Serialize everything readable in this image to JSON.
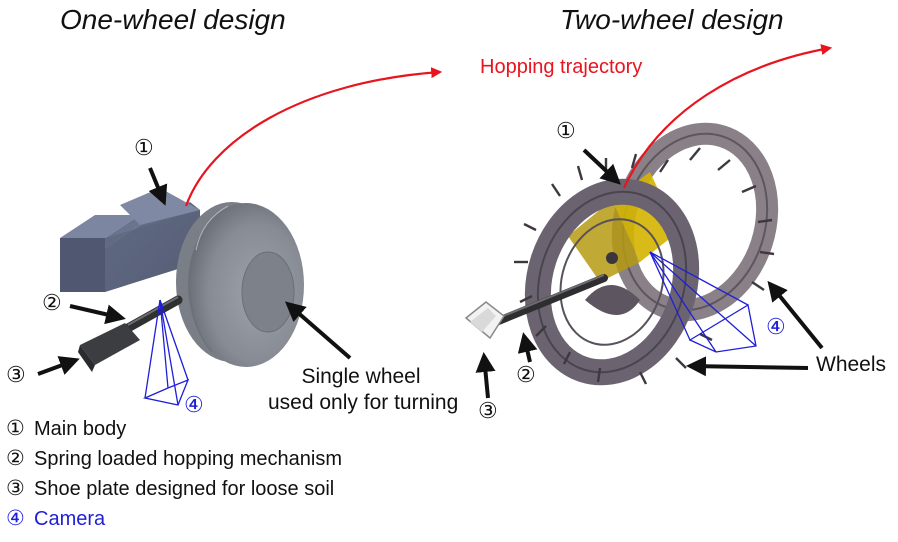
{
  "headings": {
    "one_wheel": "One-wheel design",
    "two_wheel": "Two-wheel design"
  },
  "hopping_trajectory": "Hopping trajectory",
  "callouts": {
    "single_wheel_line1": "Single wheel",
    "single_wheel_line2": "used only for turning",
    "wheels": "Wheels"
  },
  "markers": {
    "m1": "①",
    "m2": "②",
    "m3": "③",
    "m4": "④"
  },
  "legend": [
    {
      "marker": "①",
      "text": "Main body"
    },
    {
      "marker": "②",
      "text": "Spring loaded hopping mechanism"
    },
    {
      "marker": "③",
      "text": "Shoe plate designed for loose soil"
    },
    {
      "marker": "④",
      "text": "Camera"
    }
  ],
  "colors": {
    "trajectory": "#e8141e",
    "camera": "#1f1fd8",
    "body": "#5f6a80",
    "wheel": "#8d9098",
    "frame": "#6b6470",
    "yellow": "#d4b400"
  }
}
